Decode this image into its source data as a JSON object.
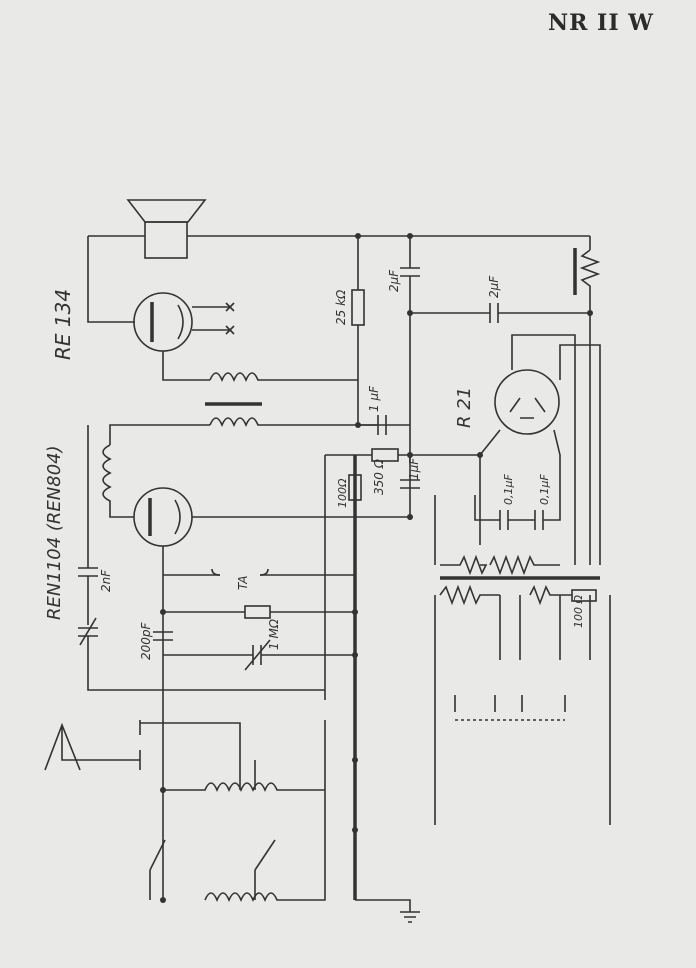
{
  "header": {
    "title": "NR II W"
  },
  "tubes": {
    "output_tube": "RE 134",
    "detector_tube": "REN1104 (REN804)",
    "rectifier_tube": "R 21"
  },
  "components": {
    "cap_2uF_top": "2µF",
    "cap_2uF_mid": "2µF",
    "cap_1uF_a": "1 µF",
    "cap_1uF_b": "1µF",
    "res_25k": "25 kΩ",
    "res_350": "350 Ω",
    "res_100": "100Ω",
    "cap_01uF_a": "0,1µF",
    "cap_01uF_b": "0,1µF",
    "cap_2nF": "2nF",
    "cap_200pF": "200pF",
    "res_1M": "1 MΩ",
    "pickup": "TA",
    "res_100_tr": "100 Ω"
  }
}
